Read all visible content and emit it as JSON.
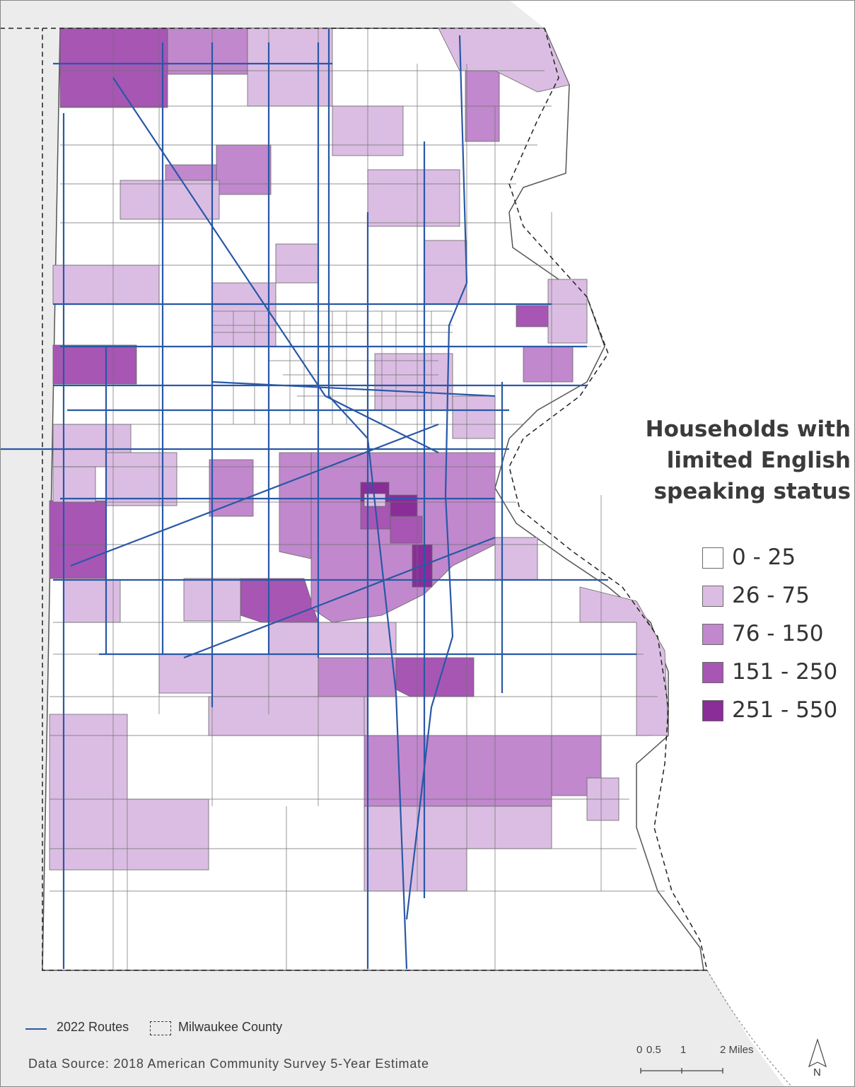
{
  "legend": {
    "title_lines": [
      "Households with",
      "limited English",
      "speaking status"
    ],
    "classes": [
      {
        "label": "0 - 25",
        "color": "#ffffff"
      },
      {
        "label": "26 - 75",
        "color": "#dbbde3"
      },
      {
        "label": "76 - 150",
        "color": "#c188cd"
      },
      {
        "label": "151 - 250",
        "color": "#a756b4"
      },
      {
        "label": "251 - 550",
        "color": "#8a2d98"
      }
    ]
  },
  "map_legend": {
    "routes_label": "2022 Routes",
    "county_label": "Milwaukee County",
    "route_color": "#2958a6"
  },
  "source_text": "Data Source: 2018 American Community Survey 5-Year Estimate",
  "scale": {
    "ticks": [
      "0",
      "0.5",
      "1",
      "2 Miles"
    ]
  },
  "north_label": "N"
}
